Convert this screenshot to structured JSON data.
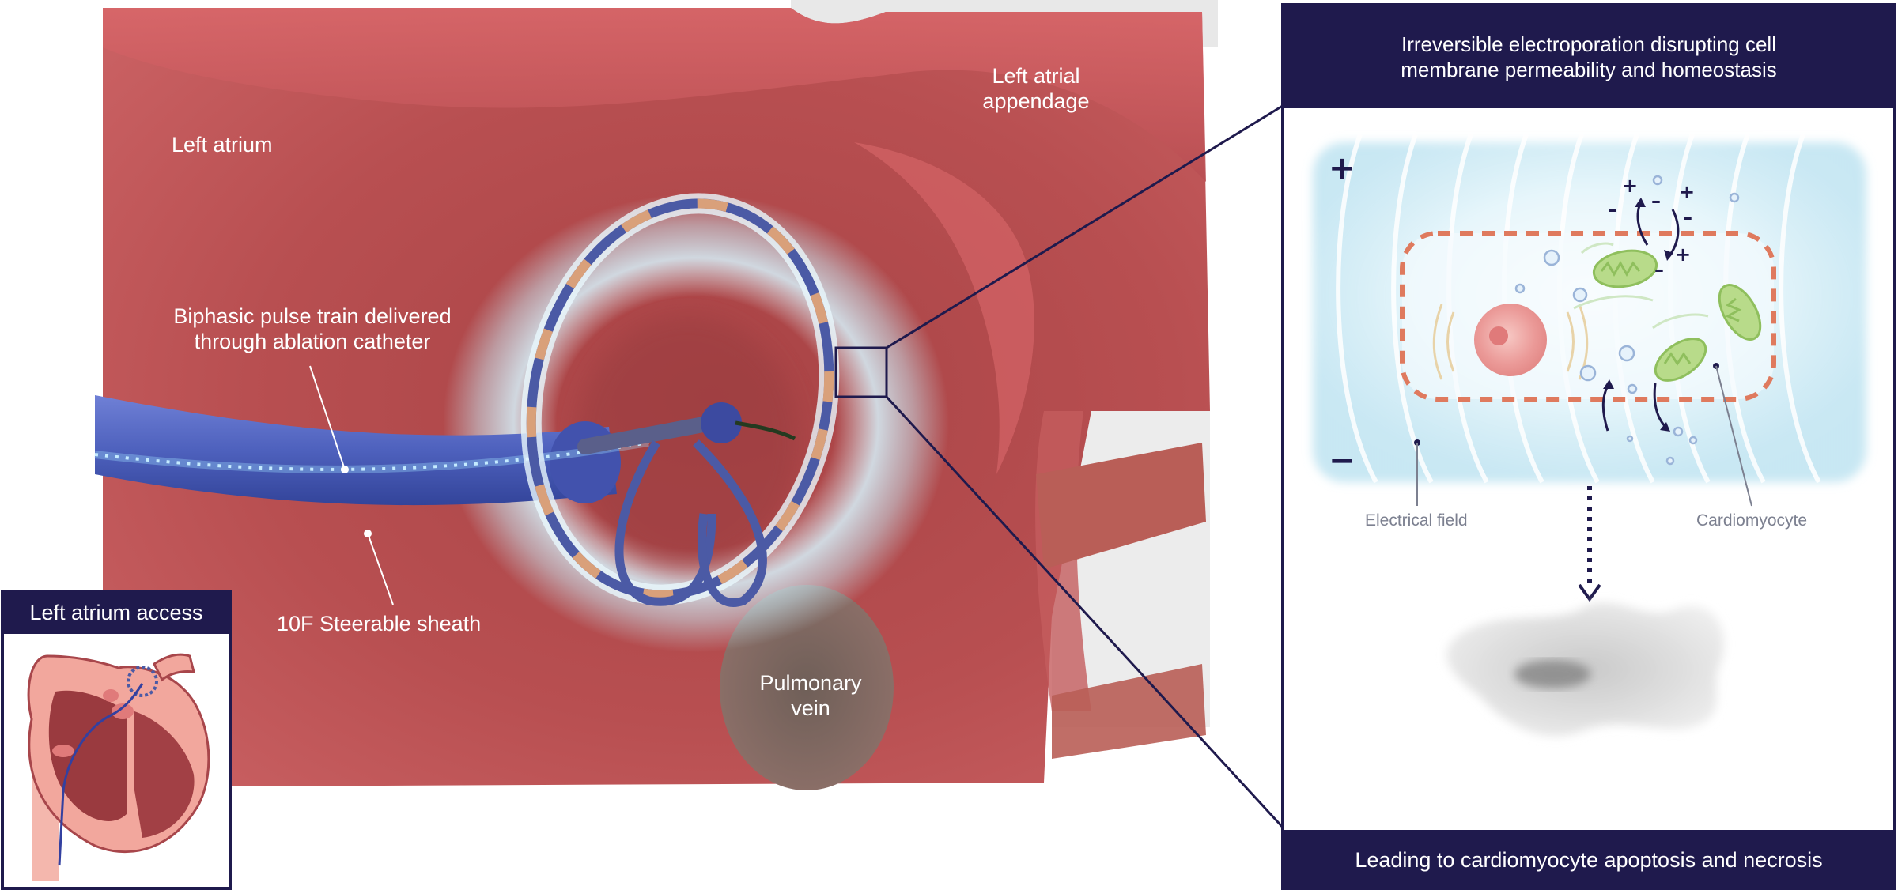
{
  "labels": {
    "left_atrium": "Left atrium",
    "left_atrial_appendage": "Left atrial\nappendage",
    "biphasic_pulse": "Biphasic pulse train delivered\nthrough ablation catheter",
    "steerable_sheath": "10F Steerable sheath",
    "pulmonary_vein": "Pulmonary\nvein"
  },
  "inset": {
    "title": "Left atrium access"
  },
  "panel": {
    "header": "Irreversible electroporation disrupting cell\nmembrane permeability and homeostasis",
    "footer": "Leading to cardiomyocyte apoptosis and necrosis",
    "electrical_field_label": "Electrical field",
    "cardiomyocyte_label": "Cardiomyocyte",
    "plus_sign": "+",
    "minus_sign": "−"
  },
  "colors": {
    "navy": "#1f1a4d",
    "tissue": "#b64e4f",
    "catheter_blue": "#4a5bb5",
    "membrane_dash": "#df7a5e",
    "field_glow": "#bfe6f2"
  }
}
